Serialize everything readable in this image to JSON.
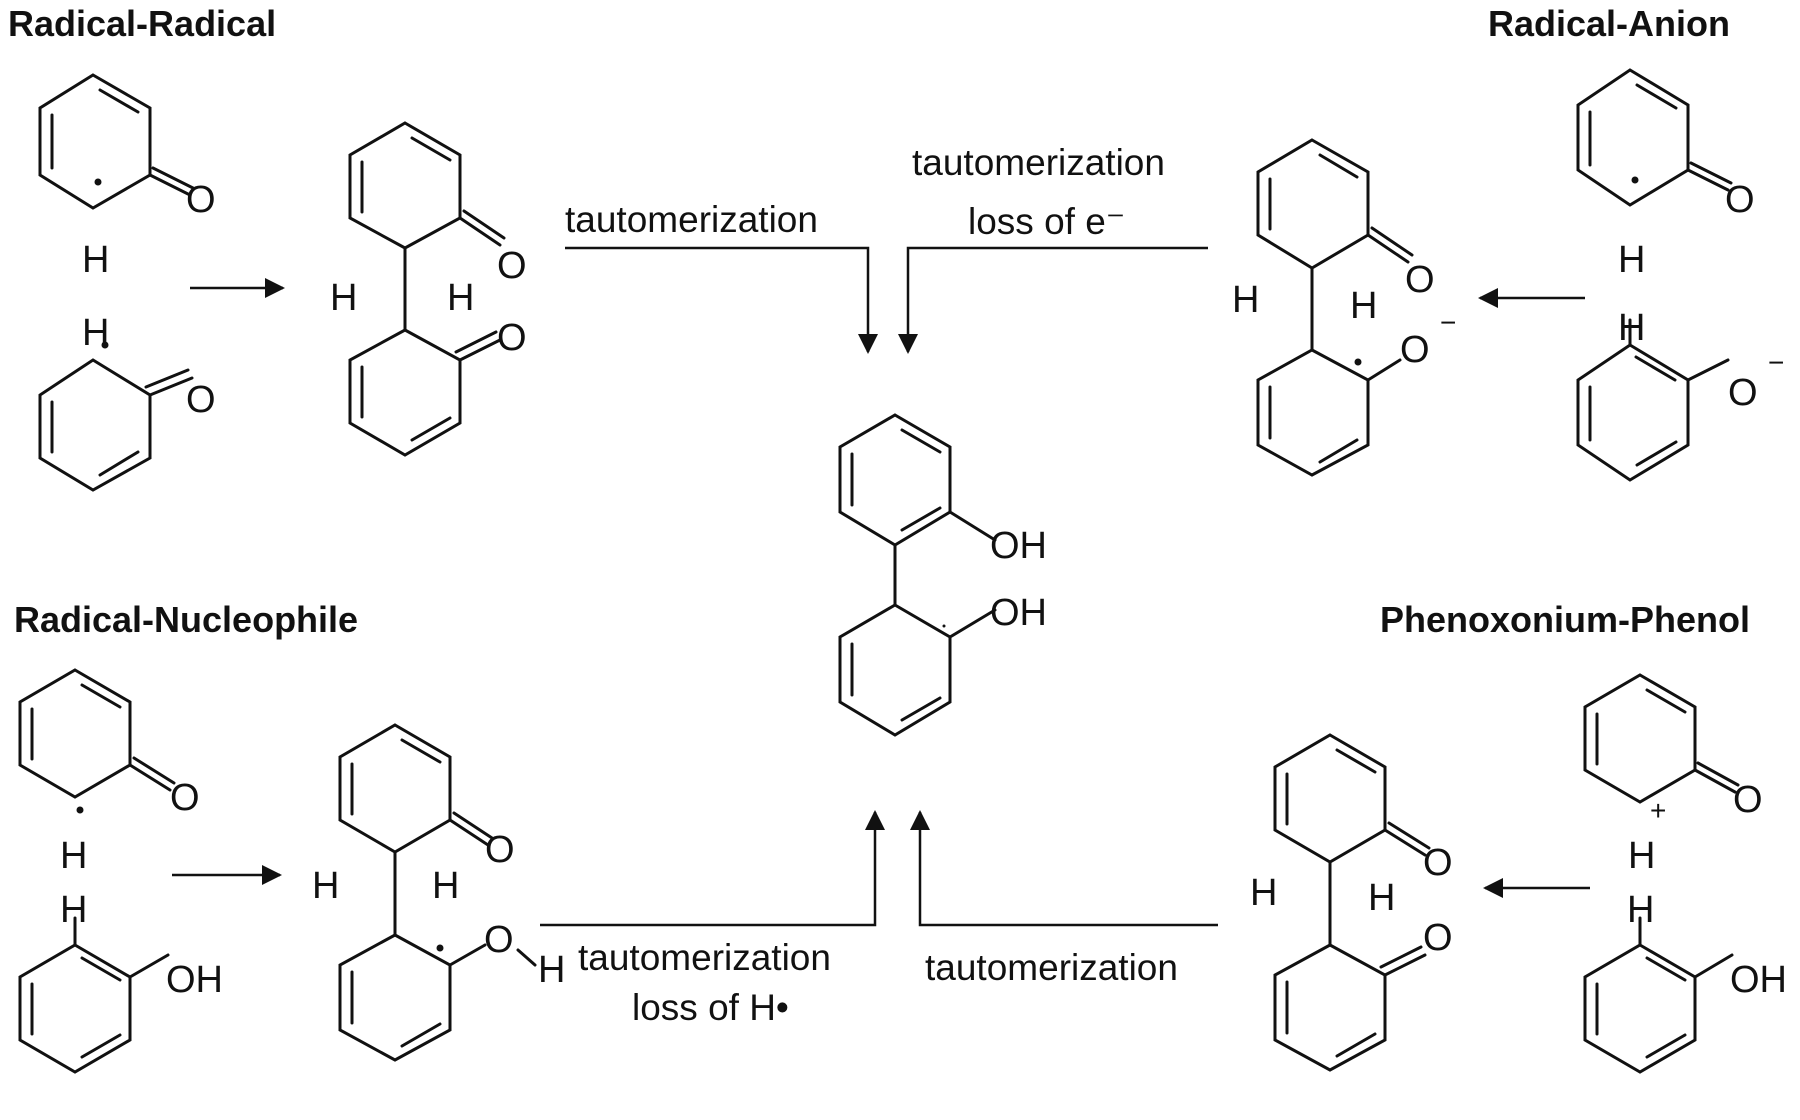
{
  "titles": {
    "radical_radical": "Radical-Radical",
    "radical_anion": "Radical-Anion",
    "radical_nucleophile": "Radical-Nucleophile",
    "phenoxonium_phenol": "Phenoxonium-Phenol"
  },
  "conditions": {
    "rr_label": "tautomerization",
    "ra_line1": "tautomerization",
    "ra_line2": "loss of e⁻",
    "rn_line1": "tautomerization",
    "rn_line2": "loss of H•",
    "pp_label": "tautomerization"
  },
  "atoms": {
    "O": "O",
    "H": "H",
    "OH": "OH",
    "minus": "−",
    "plus": "+"
  }
}
